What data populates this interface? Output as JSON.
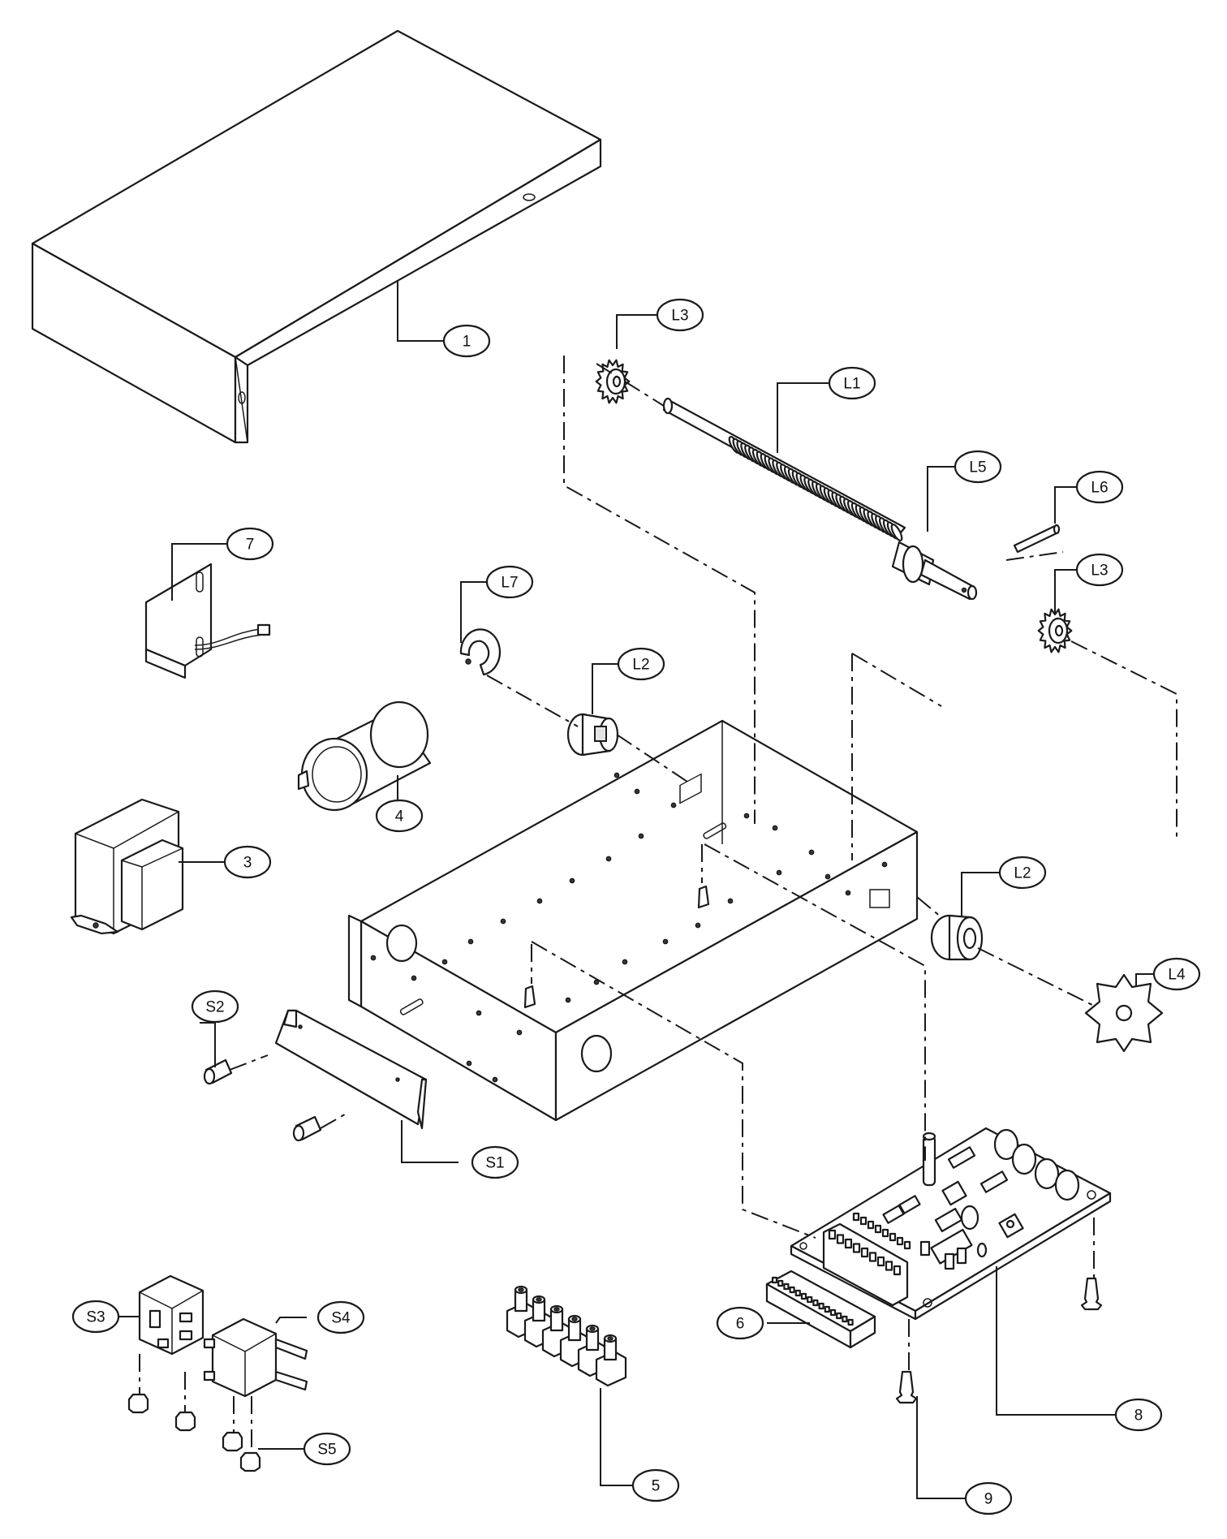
{
  "diagram": {
    "type": "exploded-parts-view",
    "callouts": {
      "c1": "1",
      "c3": "3",
      "c4": "4",
      "c5": "5",
      "c6": "6",
      "c7": "7",
      "c8": "8",
      "c9": "9",
      "cL1": "L1",
      "cL2a": "L2",
      "cL2b": "L2",
      "cL3a": "L3",
      "cL3b": "L3",
      "cL4": "L4",
      "cL5": "L5",
      "cL6": "L6",
      "cL7": "L7",
      "cS1": "S1",
      "cS2": "S2",
      "cS3": "S3",
      "cS4": "S4",
      "cS5": "S5"
    }
  }
}
